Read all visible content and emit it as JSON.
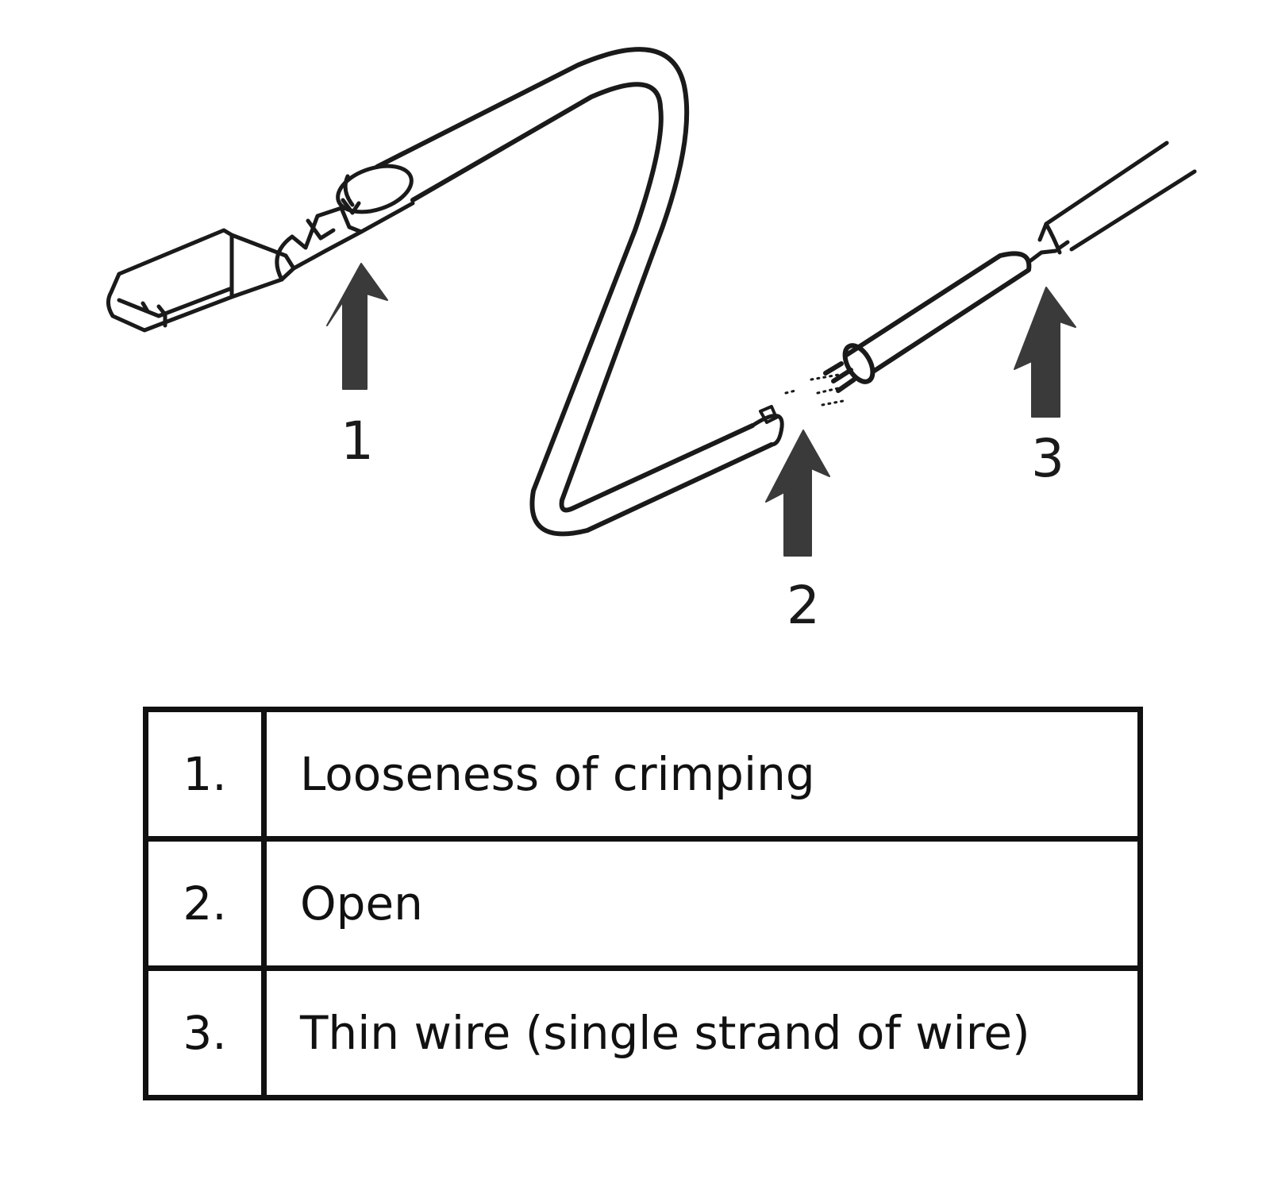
{
  "callouts": [
    {
      "label": "1"
    },
    {
      "label": "2"
    },
    {
      "label": "3"
    }
  ],
  "legend": {
    "rows": [
      {
        "number": "1.",
        "description": "Looseness of crimping"
      },
      {
        "number": "2.",
        "description": "Open"
      },
      {
        "number": "3.",
        "description": "Thin wire (single strand of wire)"
      }
    ]
  },
  "colors": {
    "line": "#1a1a1a",
    "arrow": "#3a3a3a",
    "border": "#111111"
  }
}
